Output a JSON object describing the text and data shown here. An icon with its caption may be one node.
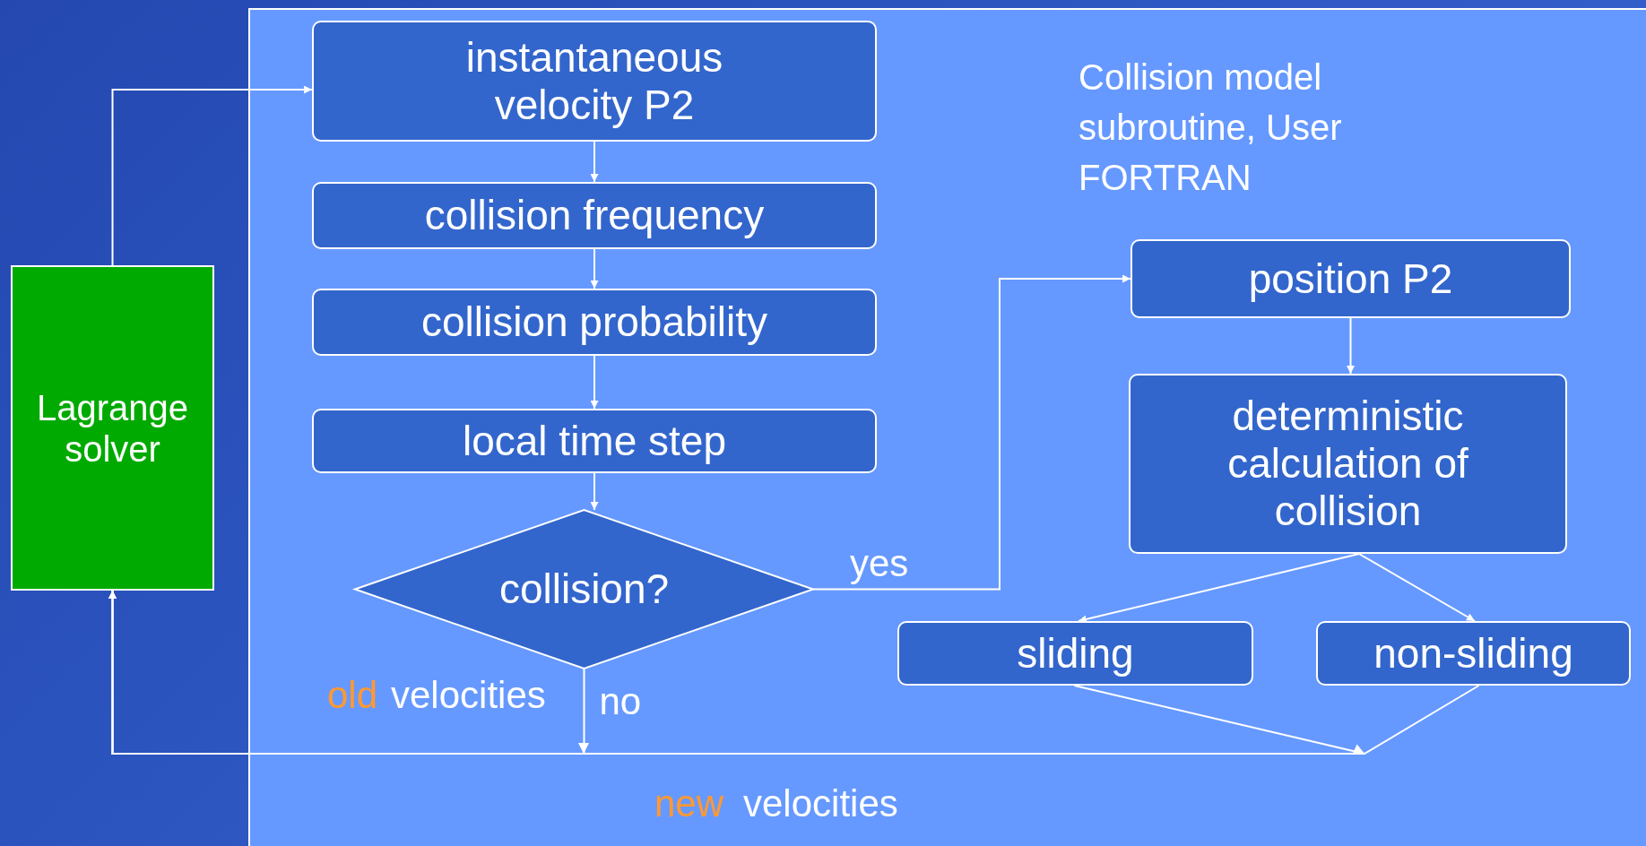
{
  "diagram": {
    "nodes": [
      {
        "text": [
          "Collision model subroutine, User FORTRAN"
        ]
      },
      {
        "text": [
          "Lagrange solver"
        ]
      },
      {
        "text": [
          "instantaneous velocity P2"
        ],
        "in": 0
      },
      {
        "text": [
          "collision frequency"
        ],
        "in": 0
      },
      {
        "text": [
          "collision probability"
        ],
        "in": 0
      },
      {
        "text": [
          "local time step"
        ],
        "in": 0
      },
      {
        "text": [
          "collision?"
        ],
        "in": 0
      },
      {
        "text": [
          "position P2"
        ],
        "in": 0
      },
      {
        "text": [
          "deterministic calculation of collision"
        ],
        "in": 0
      },
      {
        "text": [
          "sliding"
        ],
        "in": 0
      },
      {
        "text": [
          "non-sliding"
        ],
        "in": 0
      }
    ],
    "edges": [
      {
        "from": 1,
        "to": 2,
        "arrow": "to"
      },
      {
        "from": 2,
        "to": 3,
        "arrow": "to"
      },
      {
        "from": 3,
        "to": 4,
        "arrow": "to"
      },
      {
        "from": 4,
        "to": 5,
        "arrow": "to"
      },
      {
        "from": 5,
        "to": 6,
        "arrow": "to"
      },
      {
        "from": 6,
        "to": 7,
        "arrow": "to",
        "label": "yes"
      },
      {
        "from": 7,
        "to": 8,
        "arrow": "to"
      },
      {
        "from": 8,
        "to": 9,
        "arrow": "to"
      },
      {
        "from": 8,
        "to": 10,
        "arrow": "to"
      },
      {
        "from": 6,
        "to": 1,
        "arrow": "to",
        "label": "no"
      },
      {
        "from": 9,
        "to": 1,
        "arrow": "to"
      },
      {
        "from": 10,
        "to": 1,
        "arrow": "to"
      }
    ],
    "labels": [
      "old",
      "velocities",
      "new",
      "velocities"
    ]
  }
}
